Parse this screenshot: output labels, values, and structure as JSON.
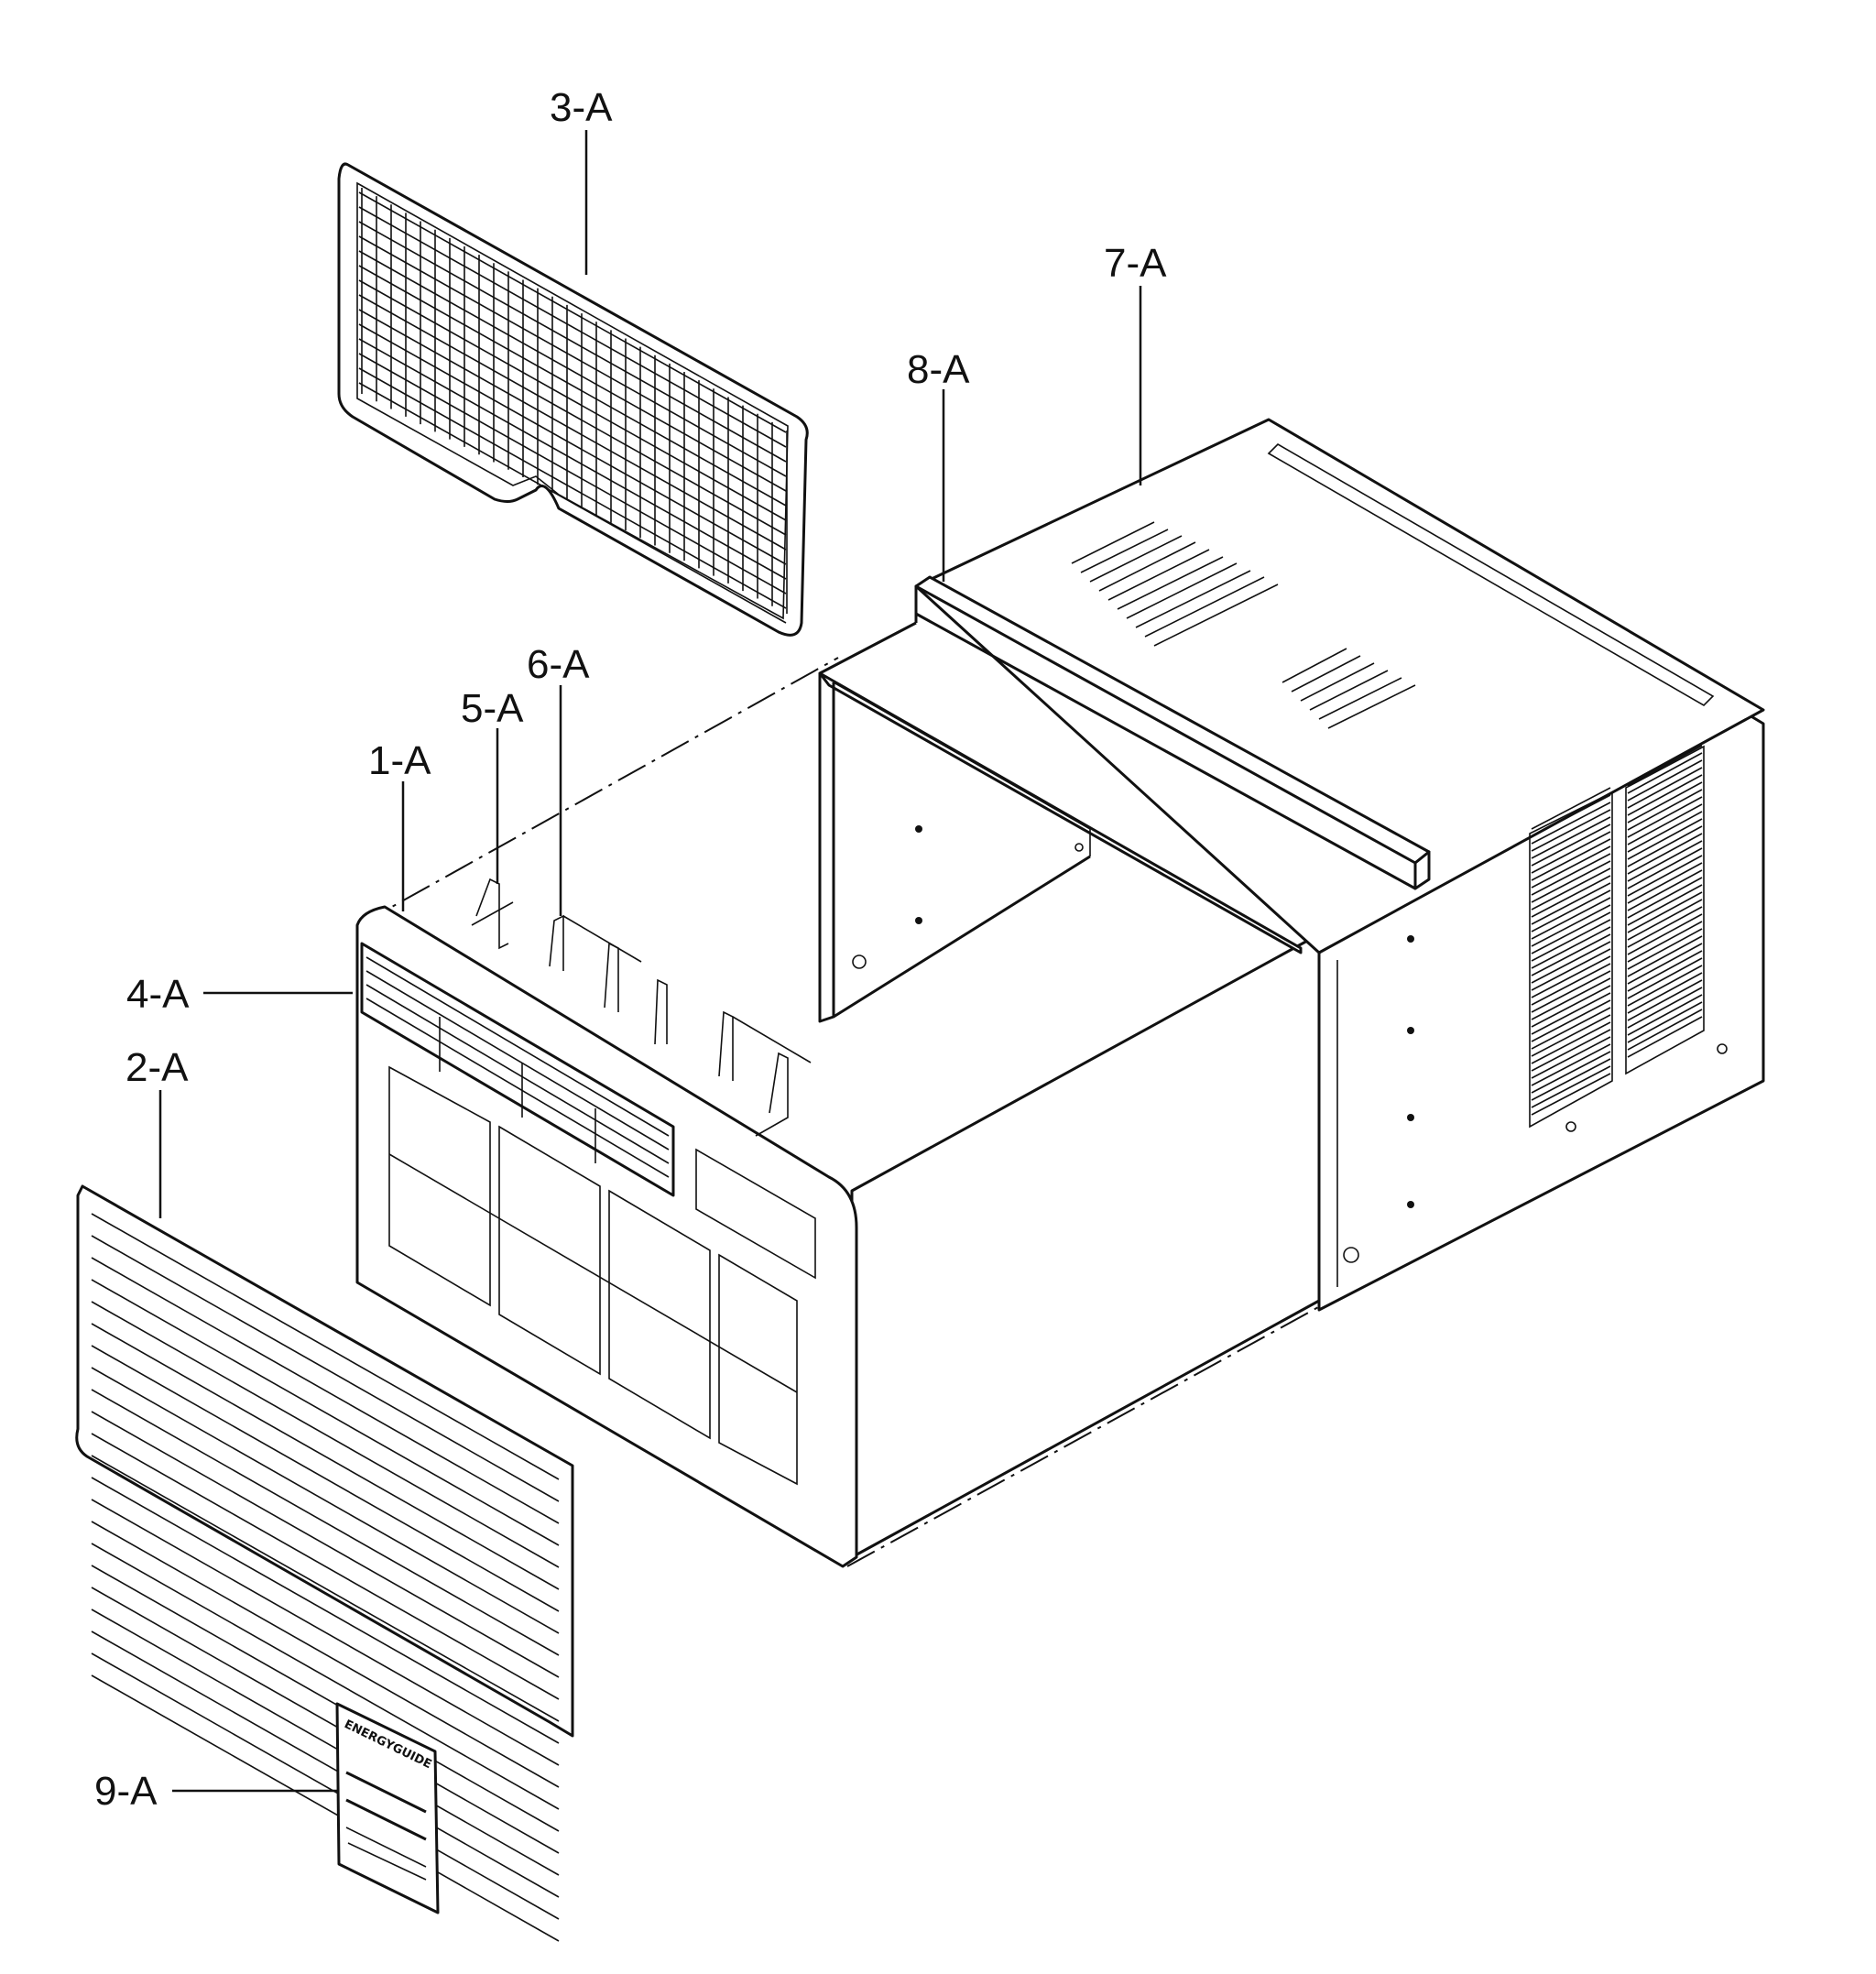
{
  "diagram": {
    "callouts": [
      {
        "id": "1-A",
        "label": "1-A"
      },
      {
        "id": "2-A",
        "label": "2-A"
      },
      {
        "id": "3-A",
        "label": "3-A"
      },
      {
        "id": "4-A",
        "label": "4-A"
      },
      {
        "id": "5-A",
        "label": "5-A"
      },
      {
        "id": "6-A",
        "label": "6-A"
      },
      {
        "id": "7-A",
        "label": "7-A"
      },
      {
        "id": "8-A",
        "label": "8-A"
      },
      {
        "id": "9-A",
        "label": "9-A"
      }
    ],
    "energy_label_heading": "ENERGYGUIDE"
  },
  "colors": {
    "line": "#111111",
    "background": "#ffffff"
  }
}
